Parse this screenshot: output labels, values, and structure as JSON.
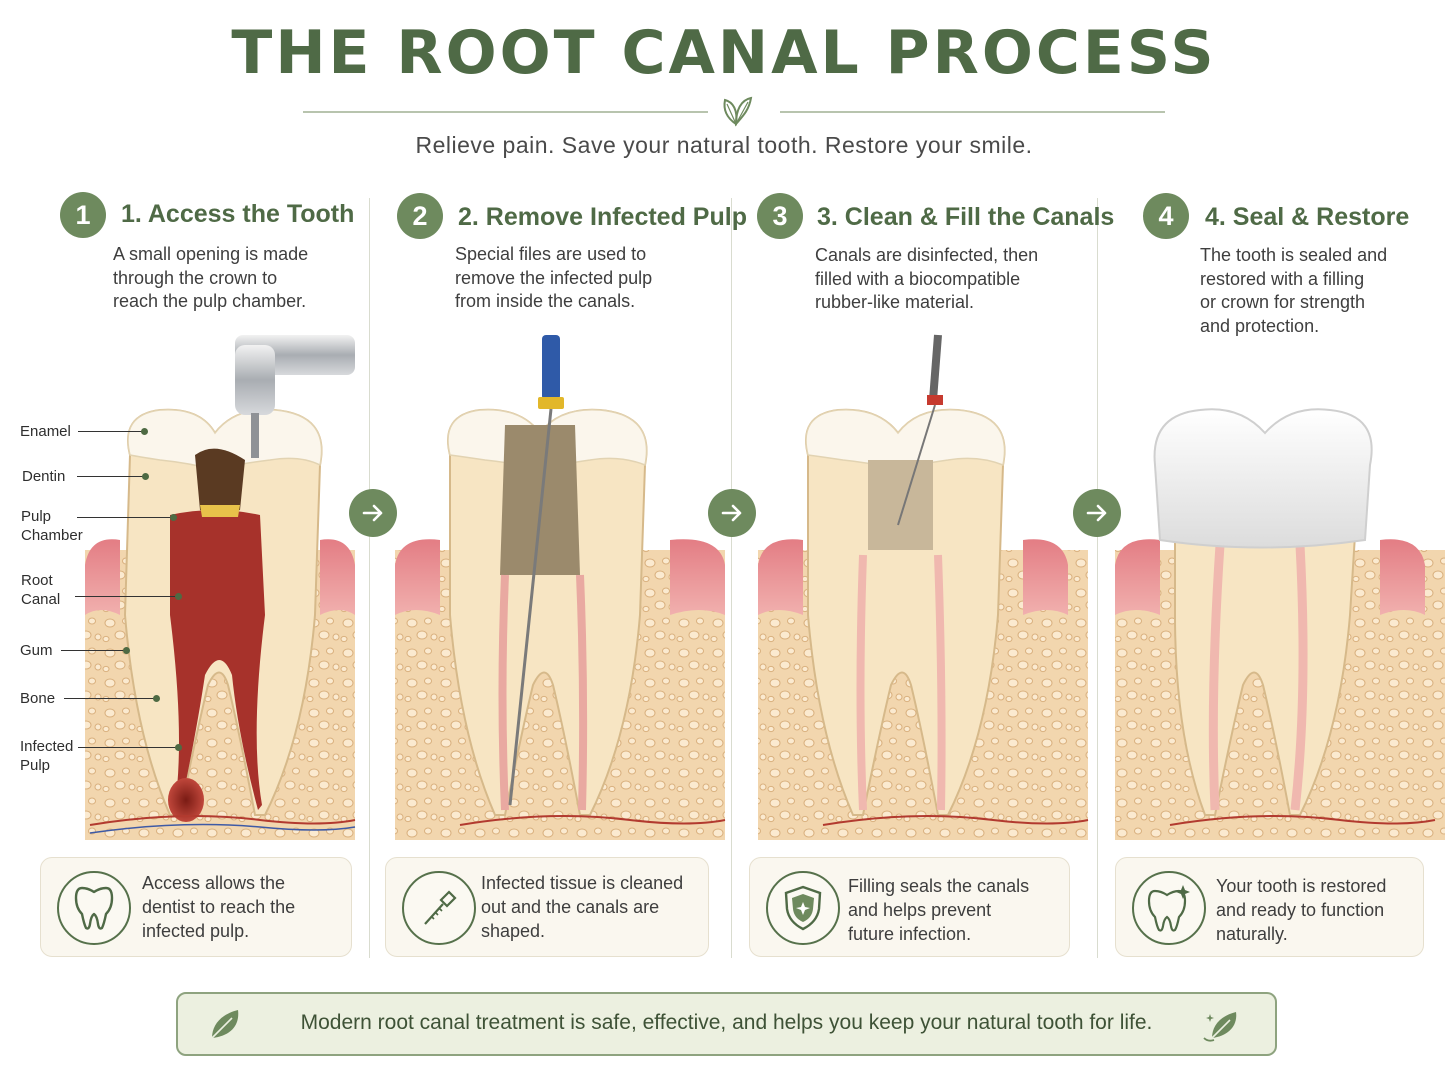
{
  "header": {
    "title": "THE ROOT CANAL PROCESS",
    "subtitle": "Relieve pain. Save your natural tooth. Restore your smile."
  },
  "steps": [
    {
      "number": "1",
      "title": "1. Access the Tooth",
      "desc": [
        "A small opening is made",
        "through the crown to",
        "reach the pulp chamber."
      ],
      "card": [
        "Access allows the",
        "dentist to reach the",
        "infected pulp."
      ],
      "card_icon": "tooth-icon"
    },
    {
      "number": "2",
      "title": "2. Remove Infected Pulp",
      "desc": [
        "Special files are used to",
        "remove the infected pulp",
        "from inside the canals."
      ],
      "card": [
        "Infected tissue is cleaned",
        "out and the canals are",
        "shaped."
      ],
      "card_icon": "dental-file-icon"
    },
    {
      "number": "3",
      "title": "3. Clean & Fill the Canals",
      "desc": [
        "Canals are disinfected, then",
        "filled with a biocompatible",
        "rubber-like material."
      ],
      "card": [
        "Filling seals the canals",
        "and helps prevent",
        "future infection."
      ],
      "card_icon": "shield-icon"
    },
    {
      "number": "4",
      "title": "4. Seal & Restore",
      "desc": [
        "The tooth is sealed and",
        "restored with a filling",
        "or crown for strength",
        "and protection."
      ],
      "card": [
        "Your tooth is restored",
        "and ready to function",
        "naturally."
      ],
      "card_icon": "sparkle-tooth-icon"
    }
  ],
  "anatomy_labels": {
    "enamel": "Enamel",
    "dentin": "Dentin",
    "pulp_chamber": [
      "Pulp",
      "Chamber"
    ],
    "root_canal": [
      "Root",
      "Canal"
    ],
    "gum": "Gum",
    "bone": "Bone",
    "infected_pulp": [
      "Infected",
      "Pulp"
    ]
  },
  "footer": {
    "text": "Modern root canal treatment is safe, effective, and helps you keep your natural tooth for life."
  },
  "colors": {
    "accent": "#4f6a46",
    "badge": "#6e8a5e",
    "gum": "#e48f94",
    "bone": "#f1d4ab",
    "dentin": "#f6e6c4",
    "enamel": "#fbf6ec",
    "pulp_infected": "#a7322b",
    "card_bg": "#faf7ef"
  }
}
